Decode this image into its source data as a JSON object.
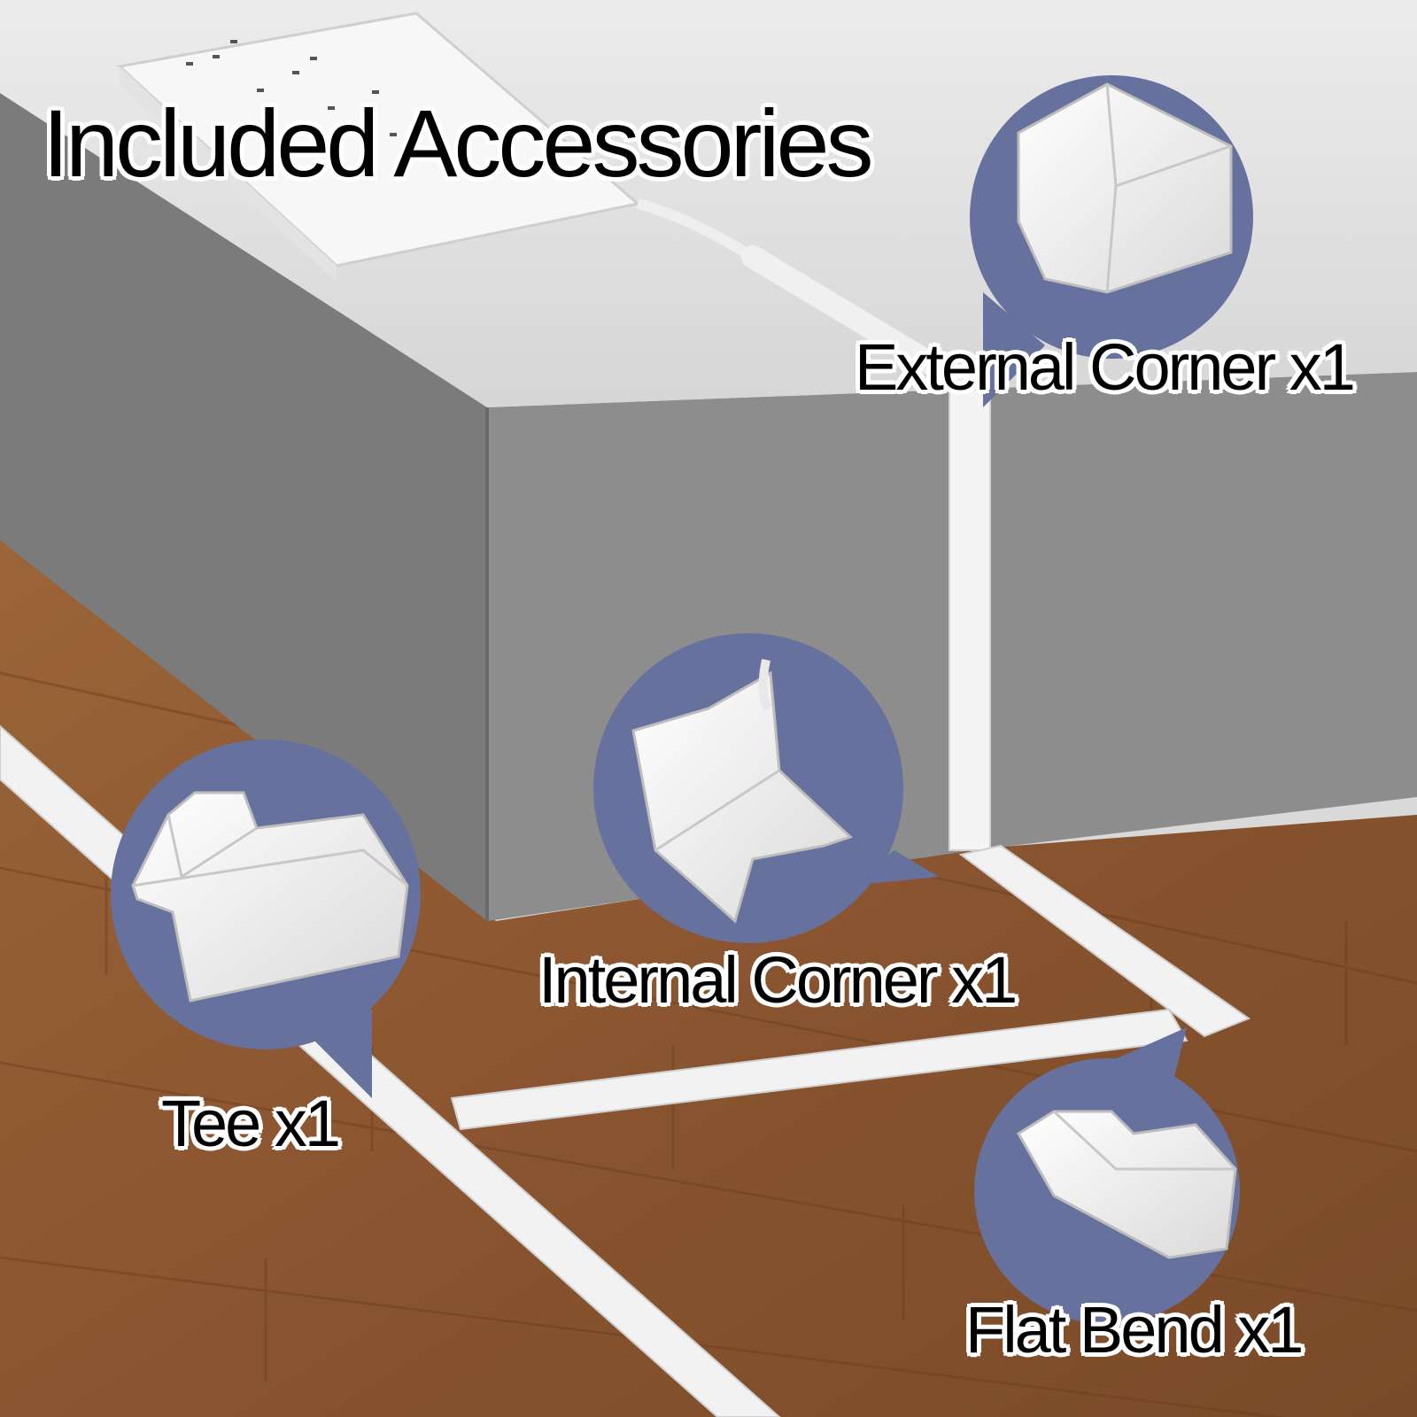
{
  "title": "Included Accessories",
  "accessories": [
    {
      "id": "external-corner",
      "label": "External Corner x1"
    },
    {
      "id": "internal-corner",
      "label": "Internal Corner x1"
    },
    {
      "id": "tee",
      "label": "Tee x1"
    },
    {
      "id": "flat-bend",
      "label": "Flat Bend x1"
    }
  ],
  "colors": {
    "bubble": "#66719e",
    "wall": "#dcdcdc",
    "cabinet_front": "#7a7a7a",
    "cabinet_side": "#8c8c8c",
    "floor": "#8a5a30",
    "raceway": "#f2f2f2"
  }
}
